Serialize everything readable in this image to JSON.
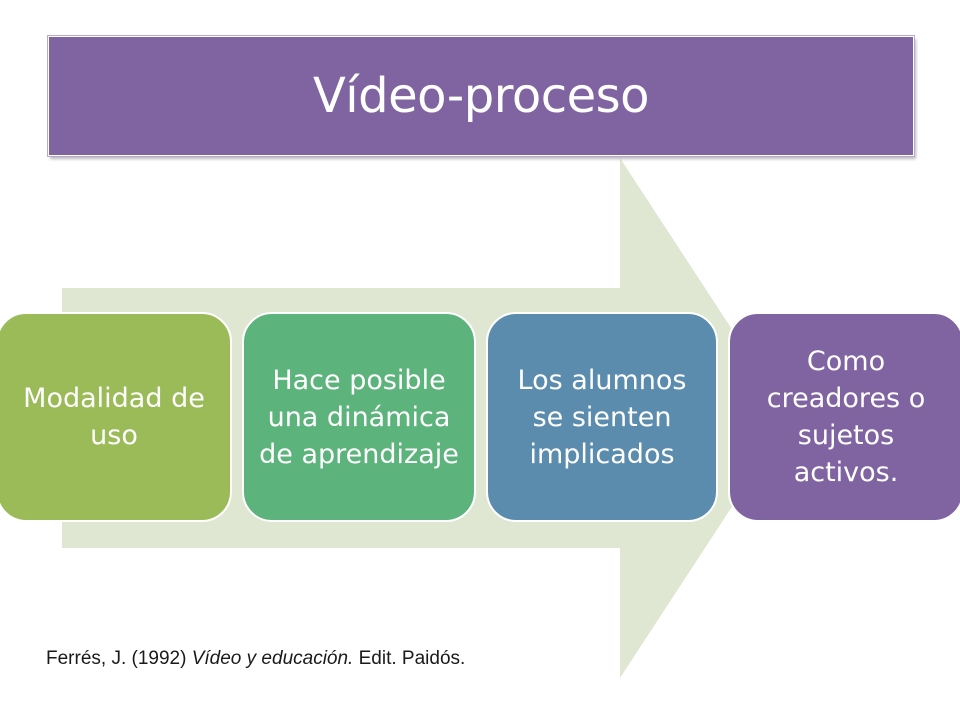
{
  "slide": {
    "title": "Vídeo-proceso",
    "steps": [
      {
        "label": "Modalidad de uso",
        "color": "#9bbb59"
      },
      {
        "label": "Hace posible una dinámica de aprendizaje",
        "color": "#5cb37b"
      },
      {
        "label": "Los alumnos se sienten implicados",
        "color": "#5b8cae"
      },
      {
        "label": "Como creadores o sujetos activos.",
        "color": "#8064a2"
      }
    ],
    "arrow_color": "#dfe7d2",
    "citation": {
      "prefix": "Ferrés, J. (1992) ",
      "work": "Vídeo y educación.",
      "suffix": " Edit. Paidós."
    }
  }
}
